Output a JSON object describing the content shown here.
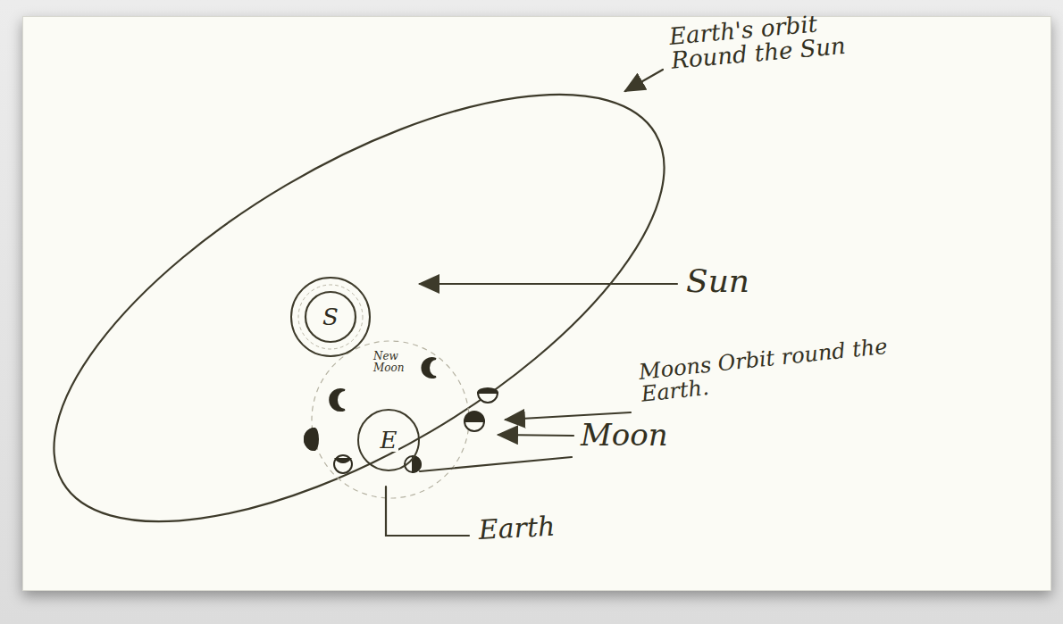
{
  "diagram": {
    "nodes": [
      {
        "text": [
          "S"
        ]
      },
      {
        "text": [
          "E"
        ]
      }
    ],
    "labels": [
      "Earth's orbit Round the Sun",
      "Sun",
      "New Moon",
      "Moons Orbit round the Earth.",
      "Moon",
      "Earth"
    ]
  }
}
